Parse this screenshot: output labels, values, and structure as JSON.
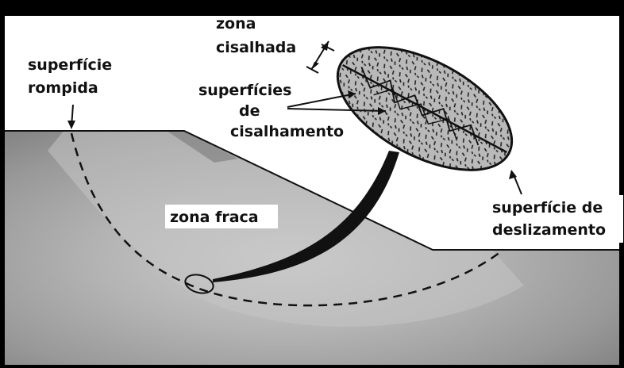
{
  "labels": {
    "ruptured_surface": [
      "superfície",
      "rompida"
    ],
    "shear_zone": [
      "zona",
      "cisalhada"
    ],
    "shear_surfaces": [
      "superfícies",
      "de",
      "cisalhamento"
    ],
    "weak_zone": "zona fraca",
    "slip_surface": [
      "superfície de",
      "deslizamento"
    ]
  },
  "colors": {
    "frame": "#000000",
    "sky": "#ffffff",
    "soil_outer": "#8a8a8a",
    "soil_mid": "#a6a6a6",
    "soil_inner": "#c2c2c2",
    "zoom_fill": "#bdbdbd",
    "ink": "#111111"
  }
}
